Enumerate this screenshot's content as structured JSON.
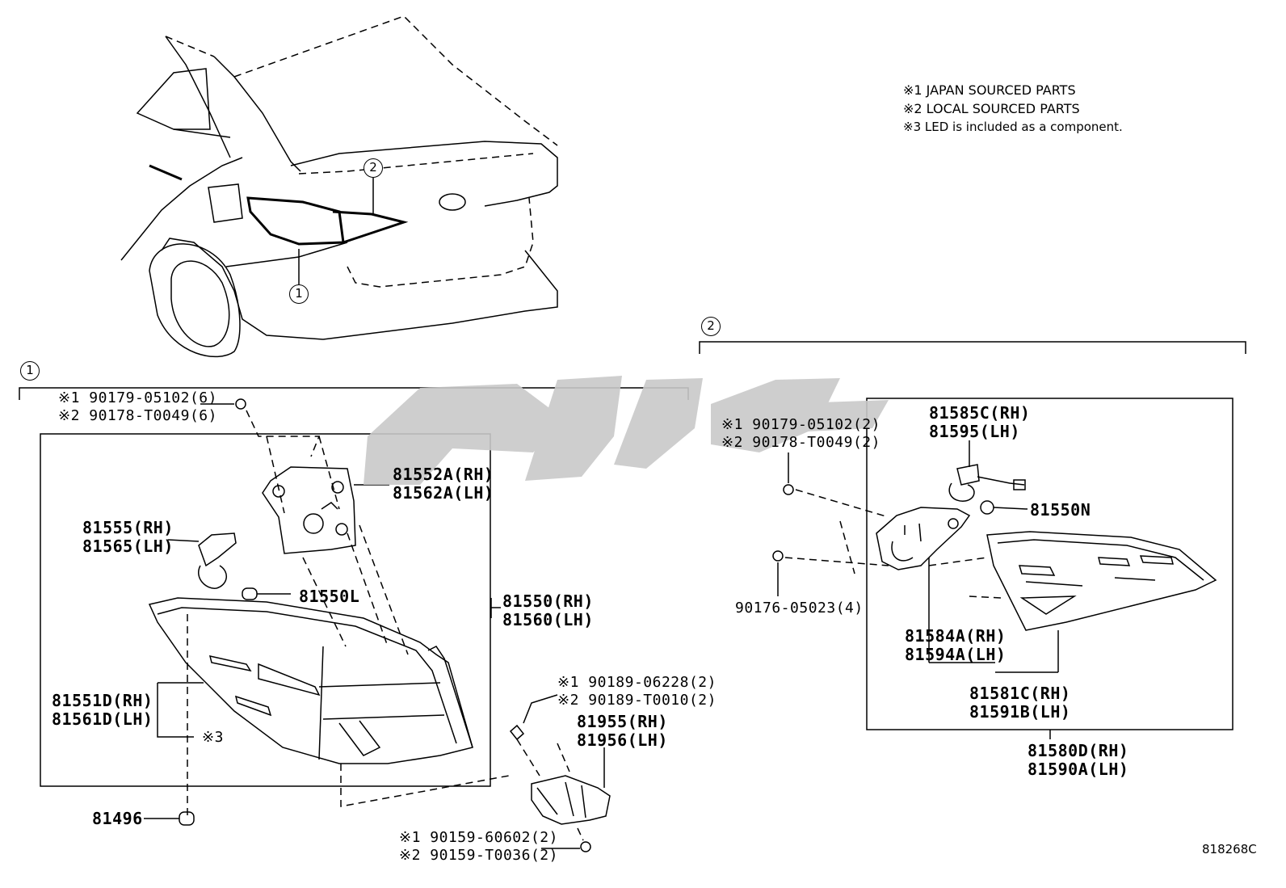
{
  "diagram_code": "818268C",
  "notes": [
    "※1 JAPAN SOURCED PARTS",
    "※2 LOCAL SOURCED PARTS",
    "※3 LED is included as a component."
  ],
  "callouts": {
    "one": "1",
    "two": "2"
  },
  "group1": {
    "screw_j": "※1 90179-05102(6)",
    "screw_l": "※2 90178-T0049(6)",
    "cover_rh": "81552A(RH)",
    "cover_lh": "81562A(LH)",
    "socket_rh": "81555(RH)",
    "socket_lh": "81565(LH)",
    "bulb": "81550L",
    "lamp_rh": "81550(RH)",
    "lamp_lh": "81560(LH)",
    "lens_rh": "81551D(RH)",
    "lens_lh": "81561D(LH)",
    "led_note": "※3",
    "clip": "81496",
    "nut_j": "※1 90189-06228(2)",
    "nut_l": "※2 90189-T0010(2)",
    "bracket_rh": "81955(RH)",
    "bracket_lh": "81956(LH)",
    "bolt_j": "※1 90159-60602(2)",
    "bolt_l": "※2 90159-T0036(2)"
  },
  "group2": {
    "screw_j": "※1 90179-05102(2)",
    "screw_l": "※2 90178-T0049(2)",
    "socket_rh": "81585C(RH)",
    "socket_lh": "81595(LH)",
    "bulb": "81550N",
    "nut": "90176-05023(4)",
    "cover_rh": "81584A(RH)",
    "cover_lh": "81594A(LH)",
    "lens_rh": "81581C(RH)",
    "lens_lh": "81591B(LH)",
    "lamp_rh": "81580D(RH)",
    "lamp_lh": "81590A(LH)"
  }
}
